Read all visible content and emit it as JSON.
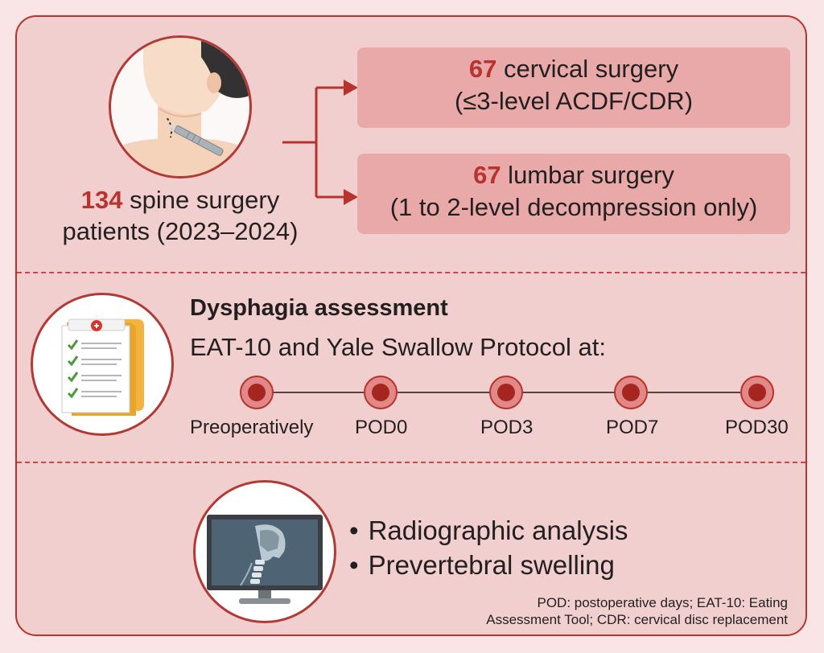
{
  "patients": {
    "count": "134",
    "text_line1": " spine surgery",
    "text_line2": "patients (2023–2024)"
  },
  "groups": [
    {
      "count": "67",
      "label": " cervical surgery",
      "detail": "(≤3-level ACDF/CDR)"
    },
    {
      "count": "67",
      "label": " lumbar surgery",
      "detail": "(1 to 2-level decompression only)"
    }
  ],
  "assessment": {
    "heading": "Dysphagia assessment",
    "subheading": "EAT-10 and Yale Swallow Protocol at:",
    "timepoints": [
      "Preoperatively",
      "POD0",
      "POD3",
      "POD7",
      "POD30"
    ]
  },
  "imaging": {
    "bullets": [
      "Radiographic analysis",
      "Prevertebral swelling"
    ],
    "bullet_glyph": "•"
  },
  "footnote": {
    "line1": "POD: postoperative days; EAT-10: Eating",
    "line2": "Assessment Tool; CDR: cervical disc replacement"
  },
  "colors": {
    "accent": "#b8332e",
    "panel": "#f2cfcf",
    "box": "#e8a9a8",
    "background": "#f9e5e5"
  },
  "icons": [
    "neck-surgery-icon",
    "clipboard-checklist-icon",
    "xray-monitor-icon"
  ]
}
